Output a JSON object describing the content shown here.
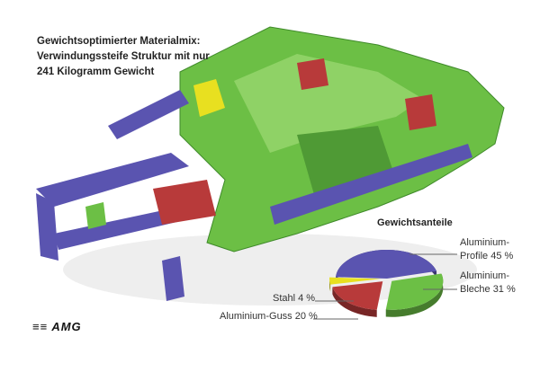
{
  "title_lines": [
    "Gewichtsoptimierter Materialmix:",
    "Verwindungssteife Struktur mit nur",
    "241 Kilogramm Gewicht"
  ],
  "logo_text": "AMG",
  "colors": {
    "aluminium_profile": "#5a54b0",
    "aluminium_bleche": "#6cbf45",
    "aluminium_guss": "#b83a3a",
    "stahl": "#e8e020"
  },
  "chart_data": {
    "type": "pie",
    "title": "Gewichtsanteile",
    "slices": [
      {
        "name": "Aluminium-Profile",
        "value": 45,
        "label_lines": [
          "Aluminium-",
          "Profile 45 %"
        ],
        "color": "#5a54b0",
        "exploded": false
      },
      {
        "name": "Aluminium-Bleche",
        "value": 31,
        "label_lines": [
          "Aluminium-",
          "Bleche 31 %"
        ],
        "color": "#6cbf45",
        "exploded": true
      },
      {
        "name": "Aluminium-Guss",
        "value": 20,
        "label_lines": [
          "Aluminium-Guss 20 %"
        ],
        "color": "#b83a3a",
        "exploded": true
      },
      {
        "name": "Stahl",
        "value": 4,
        "label_lines": [
          "Stahl 4 %"
        ],
        "color": "#e8e020",
        "exploded": true
      }
    ],
    "unit": "%"
  }
}
